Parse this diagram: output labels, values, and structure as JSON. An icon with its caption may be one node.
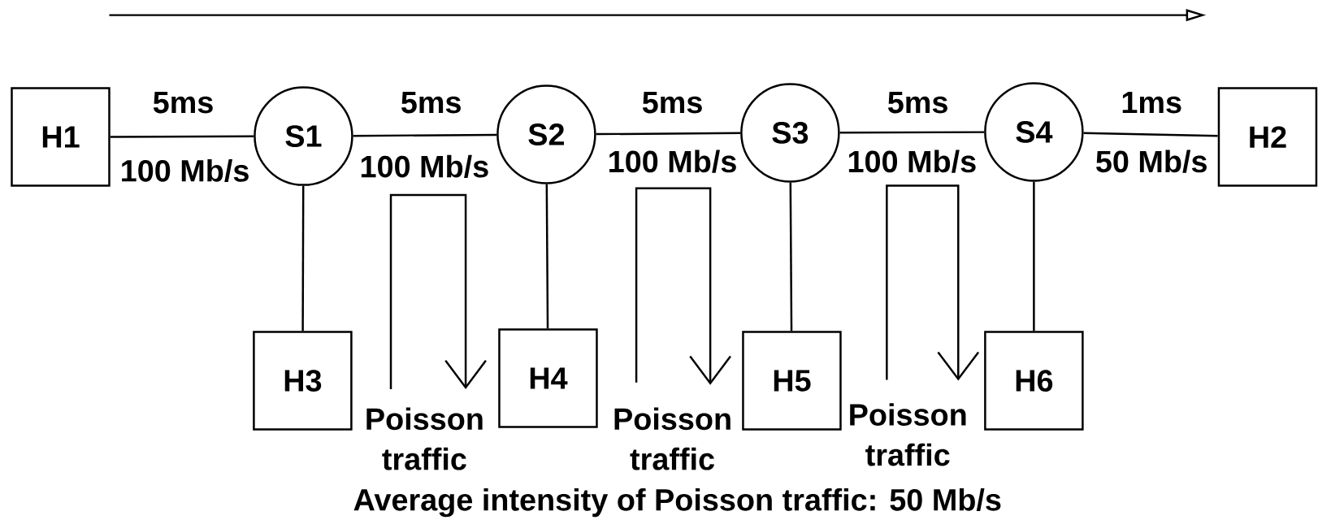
{
  "diagram": {
    "nodes": [
      {
        "text": [
          "H1"
        ]
      },
      {
        "text": [
          "S1"
        ]
      },
      {
        "text": [
          "S2"
        ]
      },
      {
        "text": [
          "S3"
        ]
      },
      {
        "text": [
          "S4"
        ]
      },
      {
        "text": [
          "H2"
        ]
      },
      {
        "text": [
          "H3"
        ]
      },
      {
        "text": [
          "H4"
        ]
      },
      {
        "text": [
          "H5"
        ]
      },
      {
        "text": [
          "H6"
        ]
      }
    ],
    "edges": [
      {
        "from": 0,
        "to": 1,
        "arrow": "none",
        "label": "5ms"
      },
      {
        "from": 1,
        "to": 2,
        "arrow": "none",
        "label": "5ms"
      },
      {
        "from": 2,
        "to": 3,
        "arrow": "none",
        "label": "5ms"
      },
      {
        "from": 3,
        "to": 4,
        "arrow": "none",
        "label": "5ms"
      },
      {
        "from": 4,
        "to": 5,
        "arrow": "none",
        "label": "1ms"
      },
      {
        "from": 1,
        "to": 6,
        "arrow": "none"
      },
      {
        "from": 2,
        "to": 7,
        "arrow": "none"
      },
      {
        "from": 3,
        "to": 8,
        "arrow": "none"
      },
      {
        "from": 4,
        "to": 9,
        "arrow": "none"
      }
    ],
    "labels": [
      "100 Mb/s",
      "100 Mb/s",
      "100 Mb/s",
      "100 Mb/s",
      "50 Mb/s",
      "Poisson traffic",
      "Poisson traffic",
      "Poisson traffic",
      "Average intensity of Poisson traffic: 50 Mb/s"
    ]
  }
}
